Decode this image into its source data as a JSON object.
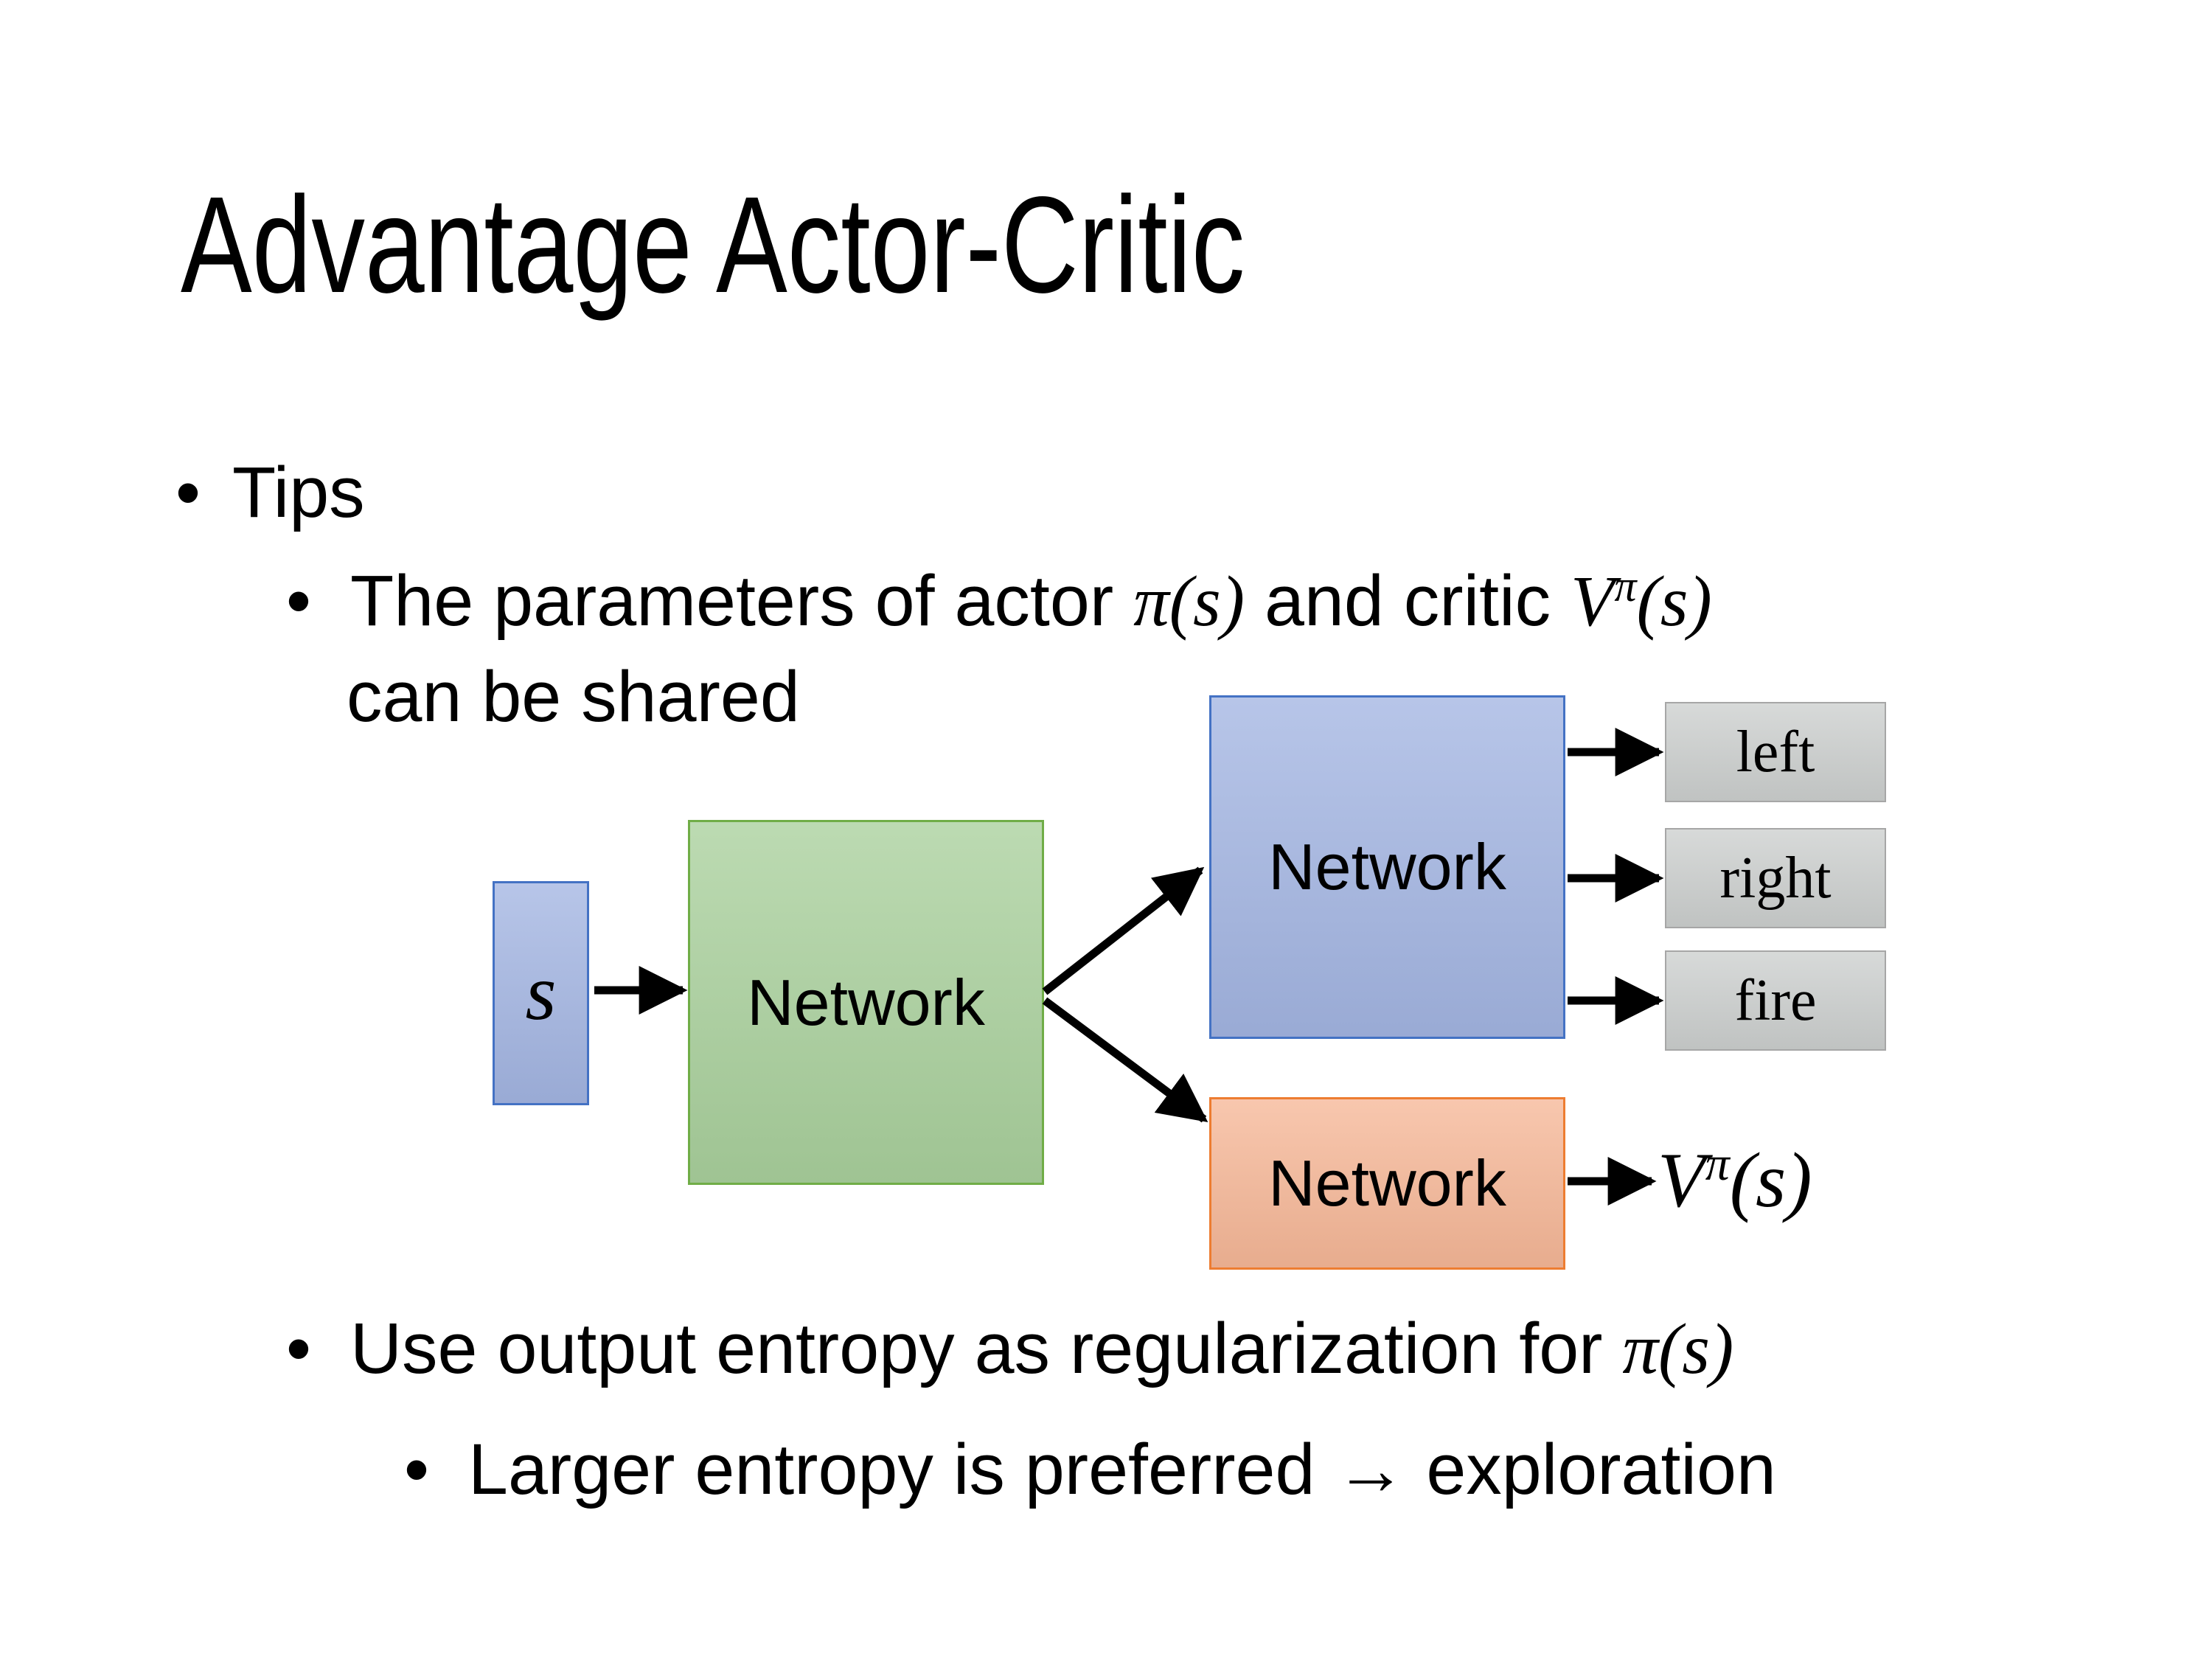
{
  "slide": {
    "title": "Advantage Actor-Critic",
    "bullet_char": "•"
  },
  "bullets": {
    "tips": "Tips",
    "shared": {
      "text_before": "The parameters of actor ",
      "actor_math": "π(s)",
      "text_middle": "  and critic ",
      "critic_base": "V",
      "critic_sup": "π",
      "critic_args": "(s)",
      "line2": "can be shared"
    },
    "entropy": {
      "text_before": "Use output entropy as regularization for ",
      "policy_math": "π(s)"
    },
    "exploration": "Larger entropy is preferred → exploration"
  },
  "diagram": {
    "input_label": "s",
    "shared_network": "Network",
    "actor_network": "Network",
    "critic_network": "Network",
    "actions": [
      "left",
      "right",
      "fire"
    ],
    "value_base": "V",
    "value_sup": "π",
    "value_args": "(s)",
    "colors": {
      "input_fill": "#a3b5e2",
      "input_border": "#4472c4",
      "shared_fill": "#a9d09c",
      "shared_border": "#70ad47",
      "actor_fill": "#a3b5e2",
      "actor_border": "#4472c4",
      "critic_fill": "#f6b797",
      "critic_border": "#ed7d31",
      "action_fill": "#cccfce",
      "action_border": "#a6a6a6",
      "arrow": "#000000"
    }
  }
}
